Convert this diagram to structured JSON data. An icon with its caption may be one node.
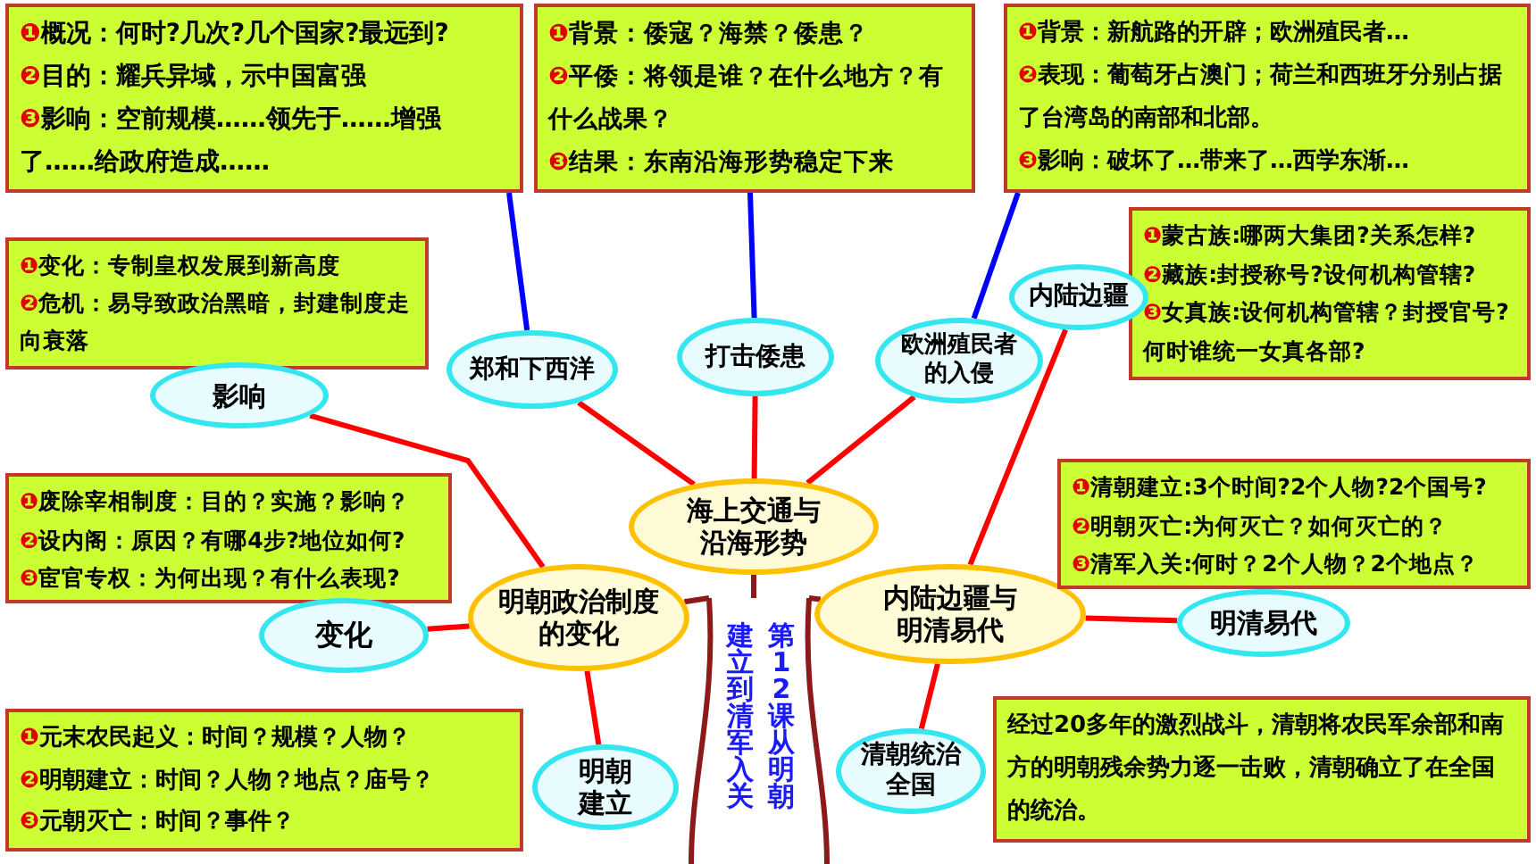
{
  "diagram": {
    "nodes": [
      {
        "text": [
          "海上交通与沿海形势"
        ]
      },
      {
        "text": [
          "郑和下西洋"
        ]
      },
      {
        "text": [
          "打击倭患"
        ]
      },
      {
        "text": [
          "欧洲殖民者的入侵"
        ]
      },
      {
        "text": [
          "❶概况：何时?几次?几个国家?最远到?",
          "❷目的：耀兵异域，示中国富强",
          "❸影响：空前规模……领先于……增强了……给政府造成……"
        ]
      },
      {
        "text": [
          "❶背景：倭寇？海禁？倭患？",
          "❷平倭：将领是谁？在什么地方？有什么战果？",
          "❸结果：东南沿海形势稳定下来"
        ]
      },
      {
        "text": [
          "❶背景：新航路的开辟；欧洲殖民者…",
          "❷表现：葡萄牙占澳门；荷兰和西班牙分别占据了台湾岛的南部和北部。",
          "❸影响：破坏了…带来了…西学东渐…"
        ]
      },
      {
        "text": [
          "明朝政治制度的变化"
        ]
      },
      {
        "text": [
          "影响"
        ]
      },
      {
        "text": [
          "变化"
        ]
      },
      {
        "text": [
          "明朝建立"
        ]
      },
      {
        "text": [
          "❶变化：专制皇权发展到新高度",
          "❷危机：易导致政治黑暗，封建制度走向衰落"
        ]
      },
      {
        "text": [
          "❶废除宰相制度：目的？实施？影响？",
          "❷设内阁：原因？有哪4步?地位如何?",
          "❸宦官专权：为何出现？有什么表现?"
        ]
      },
      {
        "text": [
          "❶元末农民起义：时间？规模？人物？",
          "❷明朝建立：时间？人物？地点？庙号？",
          "❸元朝灭亡：时间？事件？"
        ]
      },
      {
        "text": [
          "内陆边疆与明清易代"
        ]
      },
      {
        "text": [
          "内陆边疆"
        ]
      },
      {
        "text": [
          "明清易代"
        ]
      },
      {
        "text": [
          "清朝统治全国"
        ]
      },
      {
        "text": [
          "❶蒙古族:哪两大集团?关系怎样?",
          "❷藏族:封授称号?设何机构管辖?",
          "❸女真族:设何机构管辖？封授官号?何时谁统一女真各部?"
        ]
      },
      {
        "text": [
          "❶清朝建立:3个时间?2个人物?2个国号?",
          "❷明朝灭亡:为何灭亡？如何灭亡的？",
          "❸清军入关:何时？2个人物？2个地点？"
        ]
      },
      {
        "text": [
          "经过20多年的激烈战斗，清朝将农民军余部和南方的明朝残余势力逐一击败，清朝确立了在全国的统治。"
        ]
      },
      {
        "text": [
          "第12课从明朝建立到清军入关"
        ]
      }
    ],
    "edges": [
      {
        "from": 21,
        "to": 0,
        "arrow": "none",
        "color": "#8b1a1a"
      },
      {
        "from": 21,
        "to": 7,
        "arrow": "none",
        "color": "#8b1a1a"
      },
      {
        "from": 21,
        "to": 14,
        "arrow": "none",
        "color": "#8b1a1a"
      },
      {
        "from": 0,
        "to": 1,
        "arrow": "none"
      },
      {
        "from": 0,
        "to": 2,
        "arrow": "none"
      },
      {
        "from": 0,
        "to": 3,
        "arrow": "none"
      },
      {
        "from": 1,
        "to": 4,
        "arrow": "none",
        "color": "#0000ff"
      },
      {
        "from": 2,
        "to": 5,
        "arrow": "none",
        "color": "#0000ff"
      },
      {
        "from": 3,
        "to": 6,
        "arrow": "none",
        "color": "#0000ff"
      },
      {
        "from": 7,
        "to": 8,
        "arrow": "none"
      },
      {
        "from": 7,
        "to": 9,
        "arrow": "none"
      },
      {
        "from": 7,
        "to": 10,
        "arrow": "none"
      },
      {
        "from": 14,
        "to": 15,
        "arrow": "none"
      },
      {
        "from": 14,
        "to": 16,
        "arrow": "none"
      },
      {
        "from": 14,
        "to": 17,
        "arrow": "none"
      }
    ]
  }
}
